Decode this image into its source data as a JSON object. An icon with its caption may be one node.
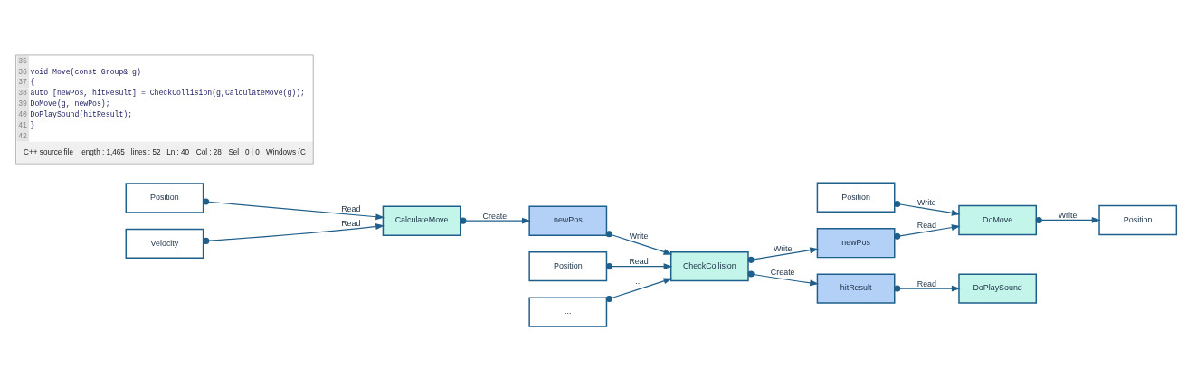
{
  "diagram": {
    "nodes": [
      {
        "text": [
          "Position"
        ]
      },
      {
        "text": [
          "Velocity"
        ]
      },
      {
        "text": [
          "CalculateMove"
        ]
      },
      {
        "text": [
          "newPos"
        ]
      },
      {
        "text": [
          "Position"
        ]
      },
      {
        "text": [
          "..."
        ]
      },
      {
        "text": [
          "CheckCollision"
        ]
      },
      {
        "text": [
          "Position"
        ]
      },
      {
        "text": [
          "newPos"
        ]
      },
      {
        "text": [
          "hitResult"
        ]
      },
      {
        "text": [
          "DoMove"
        ]
      },
      {
        "text": [
          "DoPlaySound"
        ]
      },
      {
        "text": [
          "Position"
        ]
      }
    ],
    "edges": [
      {
        "from": 0,
        "to": 2,
        "arrow": "to",
        "label": "Read"
      },
      {
        "from": 1,
        "to": 2,
        "arrow": "to",
        "label": "Read"
      },
      {
        "from": 2,
        "to": 3,
        "arrow": "to",
        "label": "Create"
      },
      {
        "from": 4,
        "to": 6,
        "arrow": "to",
        "label": "Read"
      },
      {
        "from": 3,
        "to": 6,
        "arrow": "to",
        "label": "Write"
      },
      {
        "from": 5,
        "to": 6,
        "arrow": "to",
        "label": "..."
      },
      {
        "from": 6,
        "to": 8,
        "arrow": "to",
        "label": "Write"
      },
      {
        "from": 6,
        "to": 9,
        "arrow": "to",
        "label": "Create"
      },
      {
        "from": 7,
        "to": 10,
        "arrow": "to",
        "label": "Write"
      },
      {
        "from": 8,
        "to": 10,
        "arrow": "to",
        "label": "Read"
      },
      {
        "from": 9,
        "to": 11,
        "arrow": "to",
        "label": "Read"
      },
      {
        "from": 10,
        "to": 12,
        "arrow": "to",
        "label": "Write"
      }
    ],
    "labels": [
      "35",
      "36",
      "void Move(const Group& g)",
      "37",
      "{",
      "38",
      "auto [newPos, hitResult] = CheckCollision(g,CalculateMove(g));",
      "39",
      "DoMove(g, newPos);",
      "40",
      "DoPlaySound(hitResult);",
      "41",
      "}",
      "42",
      "C++ source file",
      "length : 1,465",
      "lines : 52",
      "Ln : 40",
      "Col : 28",
      "Sel : 0 | 0",
      "Windows (C"
    ]
  }
}
